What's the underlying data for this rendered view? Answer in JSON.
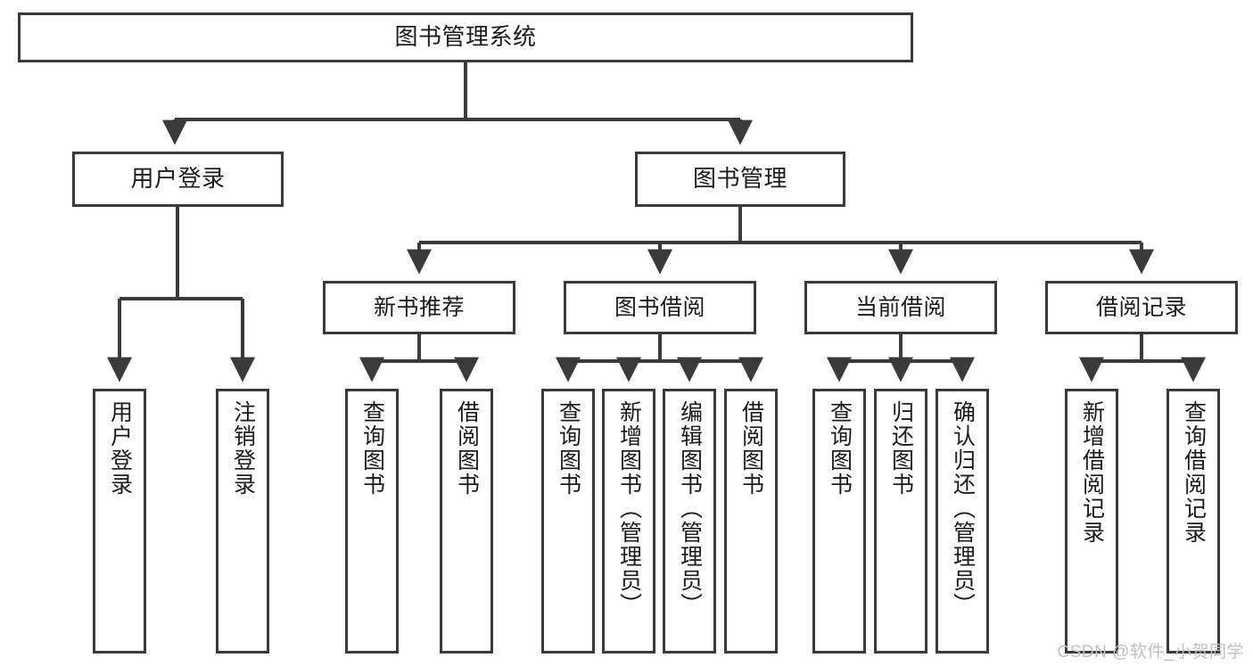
{
  "diagram": {
    "type": "tree",
    "title": "图书管理系统",
    "watermark": "CSDN @软件_小贺同学",
    "colors": {
      "border": "#3a3a3a",
      "background": "#ffffff",
      "text": "#1b1b1b",
      "connector": "#3a3a3a",
      "watermark": "#bfbfbf"
    },
    "nodes": {
      "root": {
        "label": "图书管理系统"
      },
      "level2": [
        {
          "label": "用户登录"
        },
        {
          "label": "图书管理"
        }
      ],
      "level3": [
        {
          "label": "新书推荐"
        },
        {
          "label": "图书借阅"
        },
        {
          "label": "当前借阅"
        },
        {
          "label": "借阅记录"
        }
      ],
      "leaves_user_login": [
        {
          "label": "用户登录"
        },
        {
          "label": "注销登录"
        }
      ],
      "leaves_new_book": [
        {
          "label": "查询图书"
        },
        {
          "label": "借阅图书"
        }
      ],
      "leaves_borrow": [
        {
          "label": "查询图书"
        },
        {
          "label": "新增图书（管理员）"
        },
        {
          "label": "编辑图书（管理员）"
        },
        {
          "label": "借阅图书"
        }
      ],
      "leaves_current": [
        {
          "label": "查询图书"
        },
        {
          "label": "归还图书"
        },
        {
          "label": "确认归还（管理员）"
        }
      ],
      "leaves_record": [
        {
          "label": "新增借阅记录"
        },
        {
          "label": "查询借阅记录"
        }
      ]
    }
  }
}
